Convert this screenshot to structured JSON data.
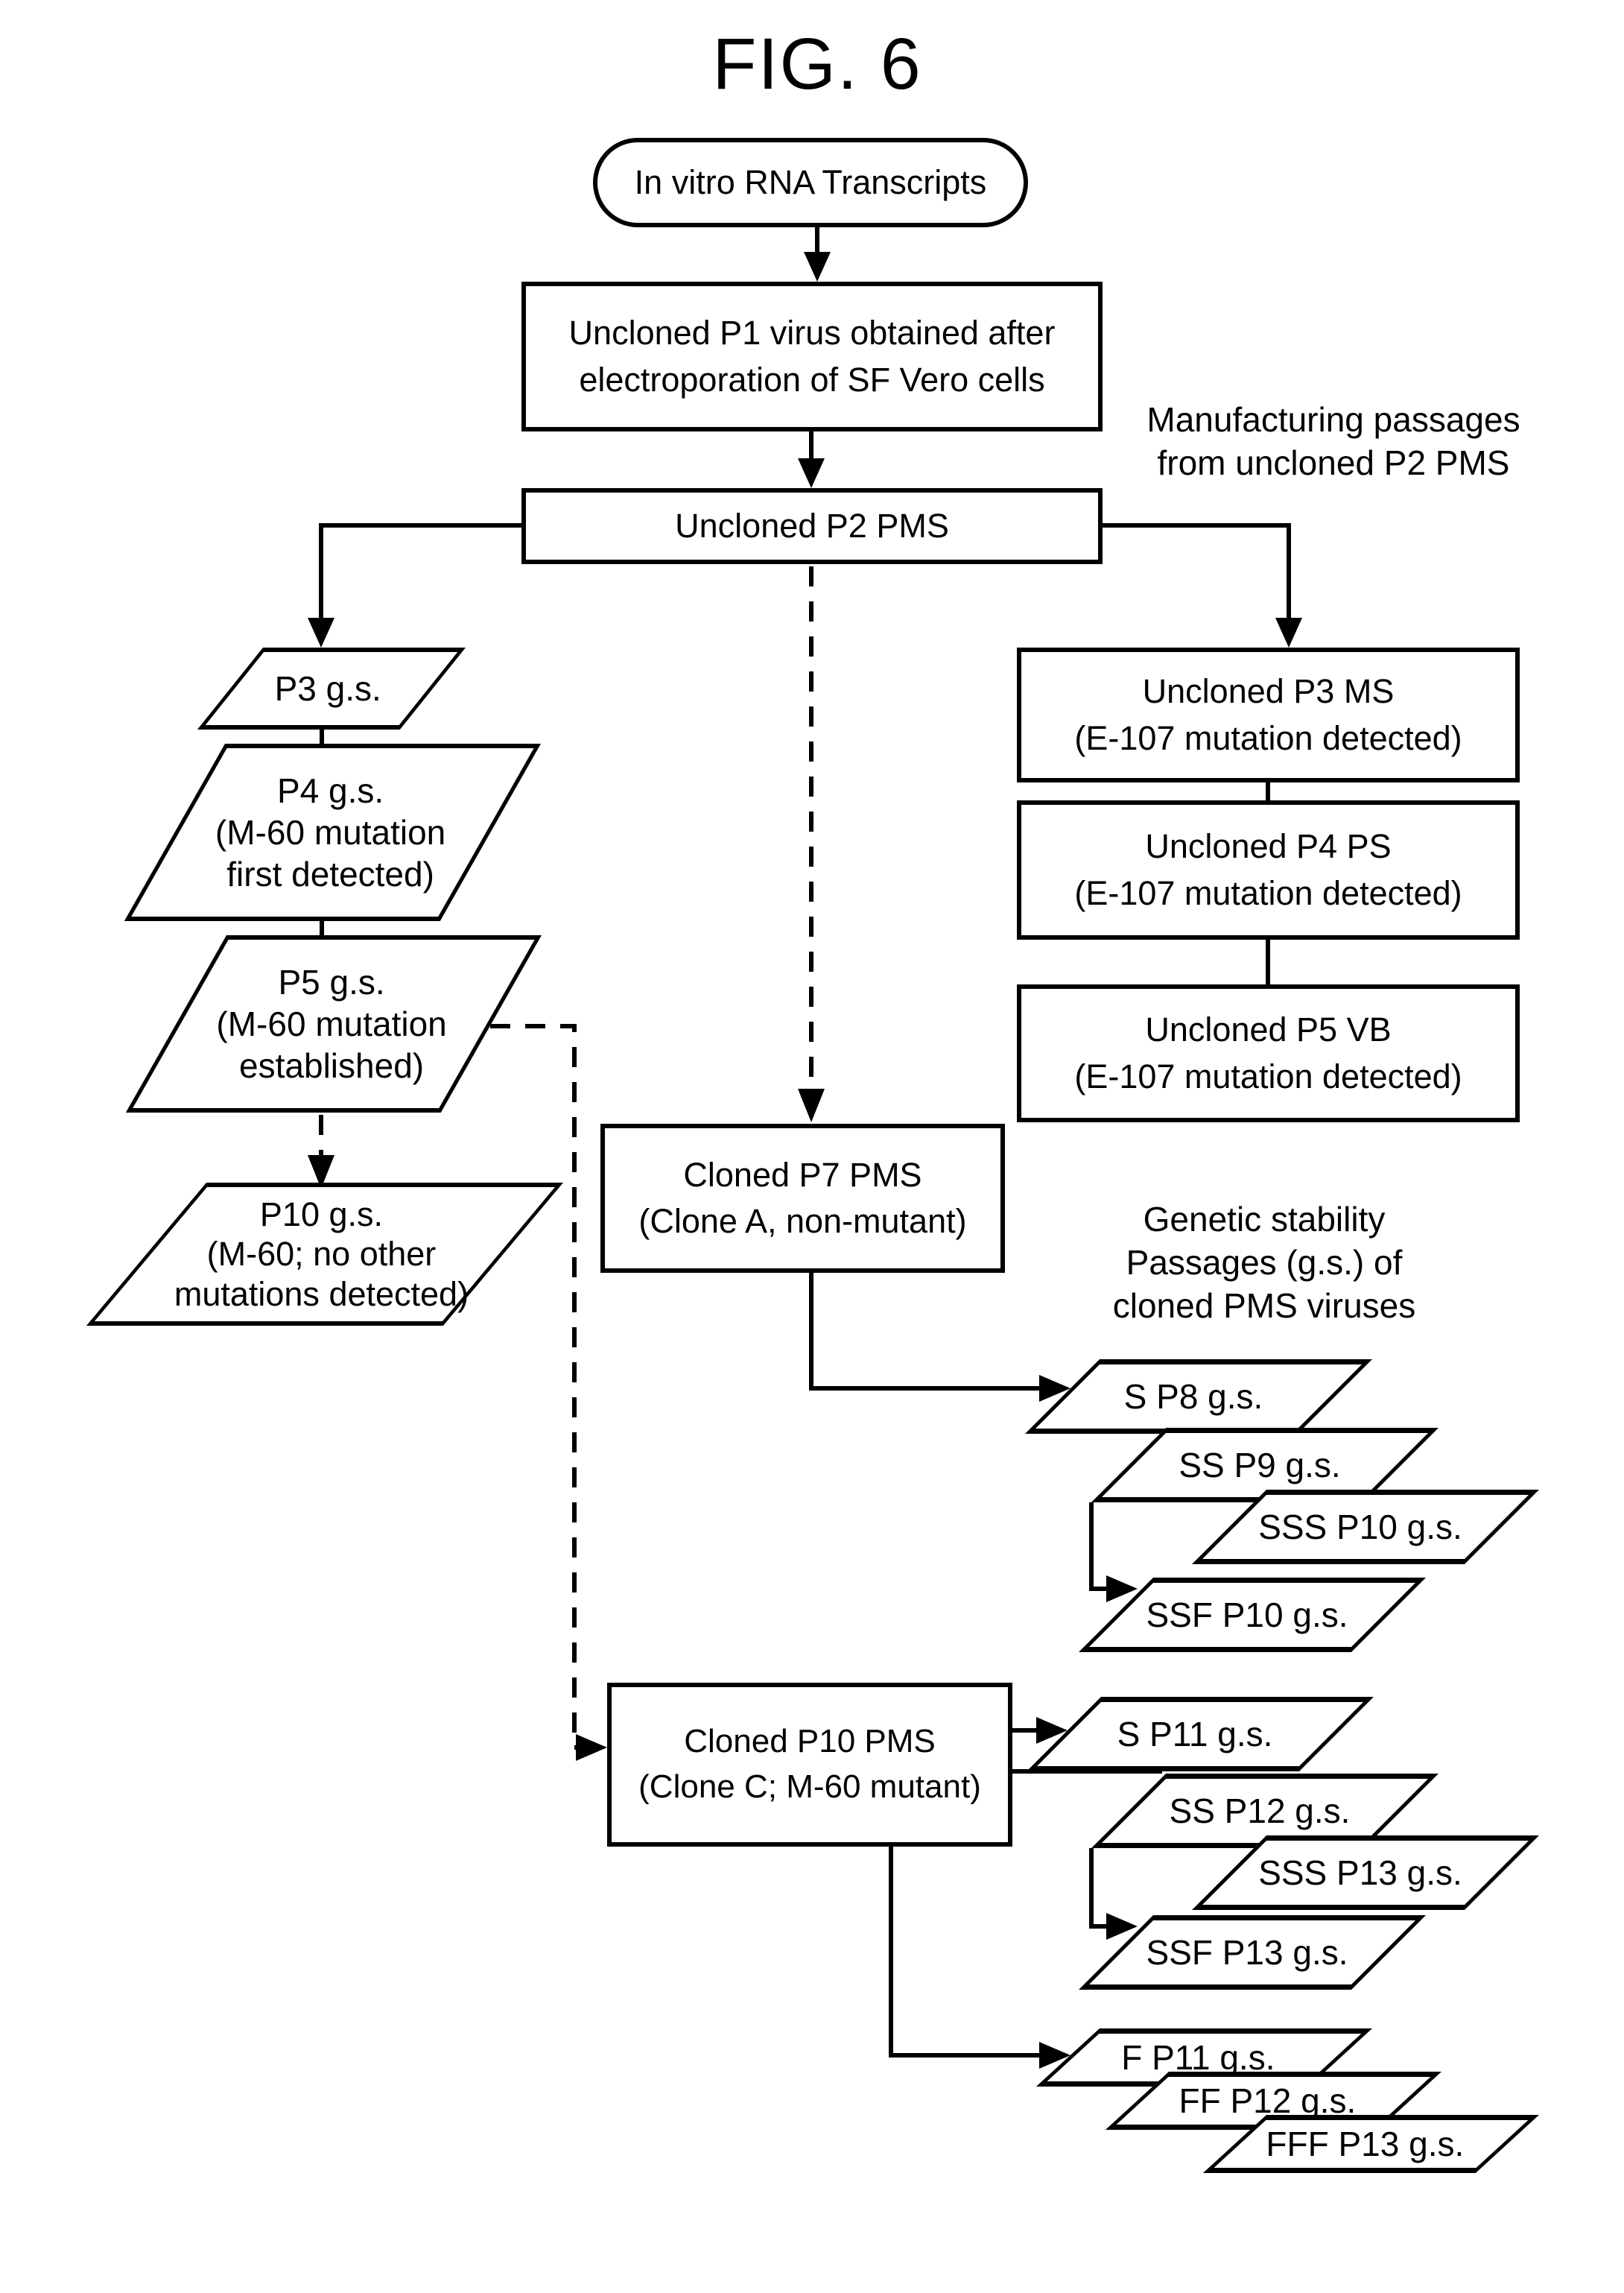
{
  "figure": {
    "title": "FIG. 6"
  },
  "nodes": {
    "rna": {
      "lines": [
        "In vitro RNA Transcripts"
      ]
    },
    "p1": {
      "lines": [
        "Uncloned P1 virus obtained after",
        "electroporation of SF Vero cells"
      ]
    },
    "p2": {
      "lines": [
        "Uncloned P2 PMS"
      ]
    },
    "p3ms": {
      "lines": [
        "Uncloned P3 MS",
        "(E-107 mutation detected)"
      ]
    },
    "p4ps": {
      "lines": [
        "Uncloned P4 PS",
        "(E-107 mutation detected)"
      ]
    },
    "p5vb": {
      "lines": [
        "Uncloned P5 VB",
        "(E-107 mutation detected)"
      ]
    },
    "p3gs": {
      "lines": [
        "P3 g.s."
      ]
    },
    "p4gs": {
      "lines": [
        "P4 g.s.",
        "(M-60 mutation",
        "first detected)"
      ]
    },
    "p5gs": {
      "lines": [
        "P5 g.s.",
        "(M-60 mutation",
        "established)"
      ]
    },
    "p10gs": {
      "lines": [
        "P10 g.s.",
        "(M-60; no other",
        "mutations detected)"
      ]
    },
    "p7pms": {
      "lines": [
        "Cloned P7 PMS",
        "(Clone A, non-mutant)"
      ]
    },
    "p10pms": {
      "lines": [
        "Cloned P10 PMS",
        "(Clone C; M-60 mutant)"
      ]
    },
    "sp8": {
      "lines": [
        "S P8 g.s."
      ]
    },
    "ssp9": {
      "lines": [
        "SS P9 g.s."
      ]
    },
    "sssp10": {
      "lines": [
        "SSS P10 g.s."
      ]
    },
    "ssfp10": {
      "lines": [
        "SSF P10 g.s."
      ]
    },
    "sp11": {
      "lines": [
        "S P11 g.s."
      ]
    },
    "ssp12": {
      "lines": [
        "SS P12 g.s."
      ]
    },
    "sssp13": {
      "lines": [
        "SSS P13 g.s."
      ]
    },
    "ssfp13": {
      "lines": [
        "SSF P13 g.s."
      ]
    },
    "fp11": {
      "lines": [
        "F P11 g.s."
      ]
    },
    "ffp12": {
      "lines": [
        "FF P12 g.s."
      ]
    },
    "fffp13": {
      "lines": [
        "FFF P13 g.s."
      ]
    }
  },
  "labels": {
    "manufacturing": {
      "lines": [
        "Manufacturing passages",
        "from uncloned P2 PMS"
      ]
    },
    "genetic": {
      "lines": [
        "Genetic stability",
        "Passages (g.s.) of",
        "cloned PMS viruses"
      ]
    }
  }
}
